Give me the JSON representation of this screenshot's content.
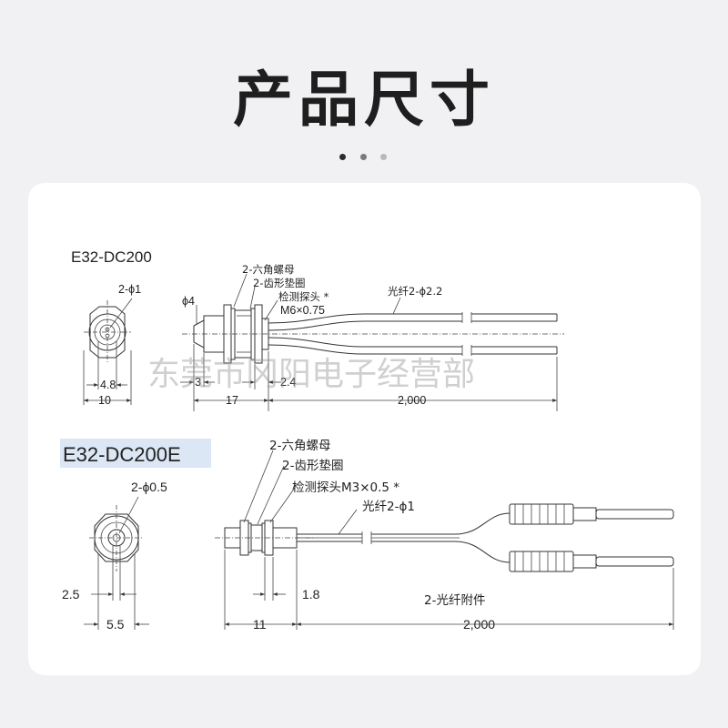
{
  "header": {
    "title": "产品尺寸",
    "dot_colors": [
      "#2b2b2b",
      "#7a7a7a",
      "#b8b8b8"
    ]
  },
  "watermark": "东莞市冈阳电子经营部",
  "model_a": {
    "name": "E32-DC200",
    "labels": {
      "hole": "2-ϕ1",
      "head_dia": "ϕ4",
      "nut": "2-六角螺母",
      "washer": "2-齿形垫圈",
      "probe": "检测探头 *",
      "thread": "M6×0.75",
      "fiber": "光纤2-ϕ2.2"
    },
    "dims": {
      "d1": "4.8",
      "d2": "10",
      "d3": "3",
      "d4": "17",
      "d5": "2.4",
      "d6": "2,000"
    }
  },
  "model_b": {
    "name": "E32-DC200E",
    "highlight_color": "#dbe7f4",
    "labels": {
      "hole": "2-ϕ0.5",
      "nut": "2-六角螺母",
      "washer": "2-齿形垫圈",
      "probe": "检测探头M3×0.5 *",
      "fiber": "光纤2-ϕ1",
      "attachment": "2-光纤附件"
    },
    "dims": {
      "d1": "2.5",
      "d2": "5.5",
      "d3": "1.8",
      "d4": "11",
      "d5": "2,000"
    }
  }
}
